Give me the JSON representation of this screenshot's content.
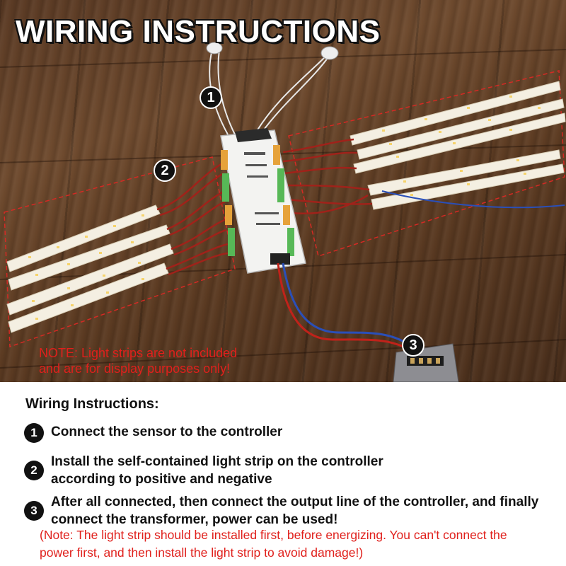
{
  "photo": {
    "title": "WIRING INSTRUCTIONS",
    "callouts": [
      "1",
      "2",
      "3"
    ],
    "note_lines": [
      "NOTE: Light strips are not included",
      "and are for display purposes only!"
    ]
  },
  "instructions": {
    "heading": "Wiring Instructions:",
    "steps": [
      {
        "number": "1",
        "text": "Connect the sensor to the controller"
      },
      {
        "number": "2",
        "text": "Install the self-contained light strip on the controller according to positive and negative"
      },
      {
        "number": "3",
        "text": "After all connected, then connect the output line of the controller, and finally connect the transformer, power can be used!"
      }
    ],
    "note": "(Note: The light strip should be installed first, before energizing. You can't connect the power first, and then install the light strip to avoid damage!)"
  },
  "colors": {
    "note_red": "#e0201c",
    "badge_black": "#111111",
    "wire_red": "#a0221a",
    "wire_blue": "#2a4fb8",
    "dashed_box": "#d42a24"
  }
}
